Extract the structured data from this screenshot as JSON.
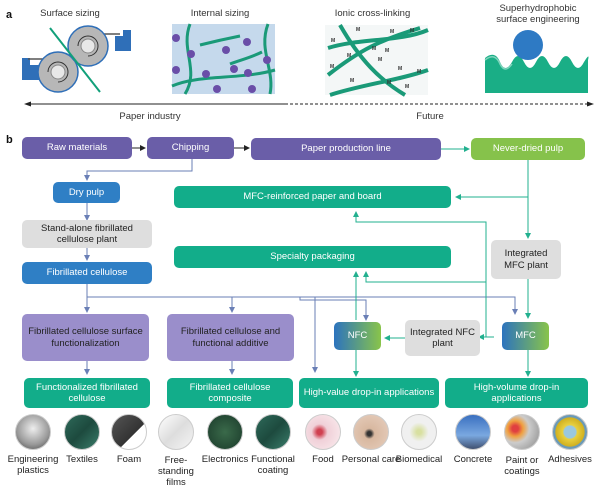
{
  "panel_a": {
    "letter": "a",
    "items": [
      {
        "label": "Surface sizing"
      },
      {
        "label": "Internal sizing"
      },
      {
        "label": "Ionic cross-linking",
        "marker": "M"
      },
      {
        "label": "Superhydrophobic surface engineering"
      }
    ],
    "timeline": {
      "left_label": "Paper industry",
      "right_label": "Future"
    }
  },
  "panel_b": {
    "letter": "b",
    "nodes": {
      "raw_materials": "Raw materials",
      "chipping": "Chipping",
      "paper_production_line": "Paper production line",
      "never_dried_pulp": "Never-dried pulp",
      "dry_pulp": "Dry pulp",
      "mfc_reinforced": "MFC-reinforced paper and board",
      "standalone_plant": "Stand-alone fibrillated cellulose plant",
      "specialty_packaging": "Specialty packaging",
      "integrated_mfc_plant": "Integrated MFC plant",
      "fibrillated_cellulose": "Fibrillated cellulose",
      "surface_functionalization": "Fibrillated cellulose surface functionalization",
      "functional_additive": "Fibrillated cellulose and functional additive",
      "nfc": "NFC",
      "integrated_nfc_plant": "Integrated NFC plant",
      "mfc": "MFC",
      "functionalized": "Functionalized fibrillated cellulose",
      "composite": "Fibrillated cellulose composite",
      "high_value": "High-value drop-in applications",
      "high_volume": "High-volume drop-in applications"
    },
    "applications": [
      {
        "label": "Engineering plastics",
        "icon": "seat-icon"
      },
      {
        "label": "Textiles",
        "icon": "fabric-icon"
      },
      {
        "label": "Foam",
        "icon": "foam-icon"
      },
      {
        "label": "Free-standing films",
        "icon": "film-icon"
      },
      {
        "label": "Electronics",
        "icon": "circuit-icon"
      },
      {
        "label": "Functional coating",
        "icon": "coating-icon"
      },
      {
        "label": "Food",
        "icon": "food-icon"
      },
      {
        "label": "Personal care",
        "icon": "eye-icon"
      },
      {
        "label": "Biomedical",
        "icon": "pills-icon"
      },
      {
        "label": "Concrete",
        "icon": "bridge-icon"
      },
      {
        "label": "Paint or coatings",
        "icon": "paint-icon"
      },
      {
        "label": "Adhesives",
        "icon": "tape-icon"
      }
    ]
  },
  "colors": {
    "purple": "#6a5ea8",
    "blue": "#2f7fc5",
    "teal": "#12ad8a",
    "green": "#86c24b",
    "grey": "#dedede",
    "lavender": "#9a8ecb",
    "arrow_blue": "#6a7fb6",
    "arrow_teal": "#22b08f"
  }
}
